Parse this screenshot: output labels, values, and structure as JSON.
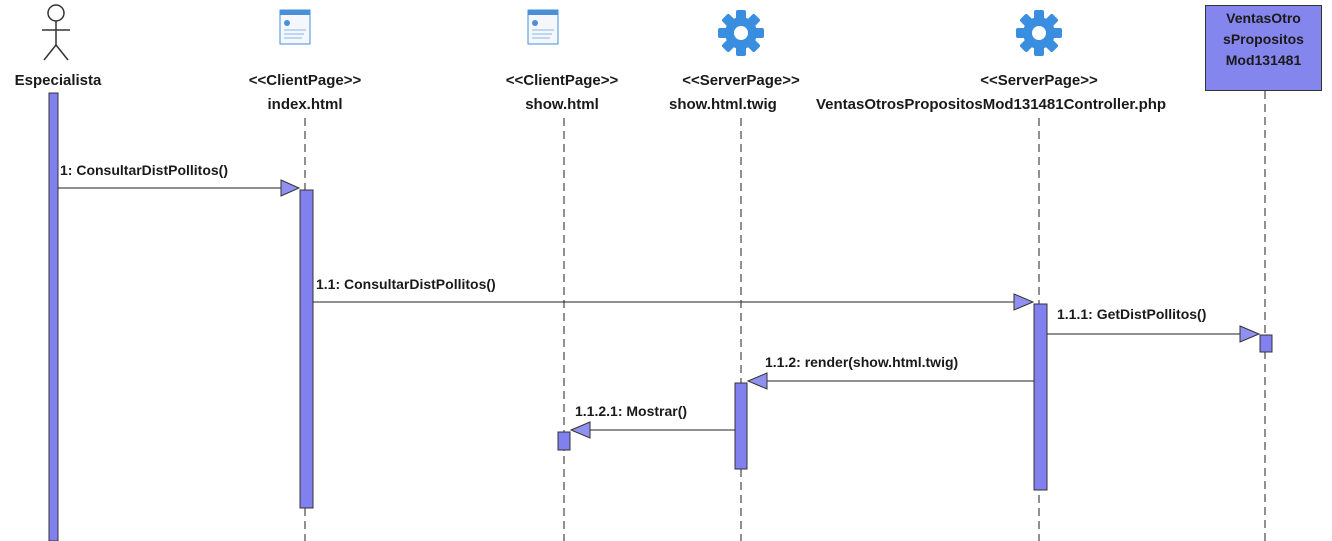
{
  "participants": [
    {
      "id": "actor",
      "stereotype": "",
      "name": "Especialista"
    },
    {
      "id": "index",
      "stereotype": "<<ClientPage>>",
      "name": "index.html"
    },
    {
      "id": "show",
      "stereotype": "<<ClientPage>>",
      "name": "show.html"
    },
    {
      "id": "twig",
      "stereotype": "<<ServerPage>>",
      "name": "show.html.twig"
    },
    {
      "id": "controller",
      "stereotype": "<<ServerPage>>",
      "name": "VentasOtrosPropositosMod131481Controller.php"
    },
    {
      "id": "entity",
      "name_lines": [
        "VentasOtro",
        "sPropositos",
        "Mod131481"
      ]
    }
  ],
  "messages": [
    {
      "label": "1: ConsultarDistPollitos()"
    },
    {
      "label": "1.1: ConsultarDistPollitos()"
    },
    {
      "label": "1.1.1: GetDistPollitos()"
    },
    {
      "label": "1.1.2: render(show.html.twig)"
    },
    {
      "label": "1.1.2.1: Mostrar()"
    }
  ],
  "colors": {
    "activation": "#8080ee",
    "arrowhead": "#9090f0",
    "line": "#222222",
    "gear": "#3a8ee0",
    "page_icon": "#4a90d9"
  }
}
